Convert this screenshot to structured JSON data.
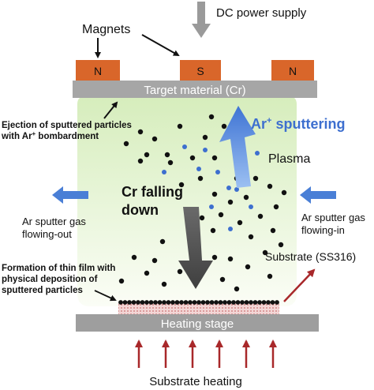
{
  "labels": {
    "dc_power_supply": "DC power supply",
    "magnets": "Magnets",
    "magnet_n_left": "N",
    "magnet_s": "S",
    "magnet_n_right": "N",
    "target_material": "Target material (Cr)",
    "ejection_line1": "Ejection of sputtered particles",
    "ejection_line2": "with Ar",
    "ejection_sup": "+",
    "ejection_line2_tail": " bombardment",
    "ar_sputtering_prefix": "Ar",
    "ar_sputtering_sup": "+",
    "ar_sputtering_suffix": " sputtering",
    "plasma": "Plasma",
    "cr_falling_line1": "Cr falling",
    "cr_falling_line2": "down",
    "gas_out_line1": "Ar sputter gas",
    "gas_out_line2": "flowing-out",
    "gas_in_line1": "Ar sputter gas",
    "gas_in_line2": "flowing-in",
    "substrate": "Substrate (SS316)",
    "formation_line1": "Formation of thin film with",
    "formation_line2": "physical deposition of",
    "formation_line3": "sputtered particles",
    "heating_stage": "Heating stage",
    "substrate_heating": "Substrate heating"
  },
  "colors": {
    "magnet": "#d9662a",
    "target": "#a6a6a6",
    "heating_stage": "#9e9e9e",
    "plasma_top": "#d8eebf",
    "plasma_bottom": "#fbfdf6",
    "ar_arrow": "#4a7fd6",
    "cr_arrow": "#555555",
    "red_arrow": "#a8282a",
    "black_particle": "#111111",
    "blue_particle": "#3d6fcf"
  }
}
